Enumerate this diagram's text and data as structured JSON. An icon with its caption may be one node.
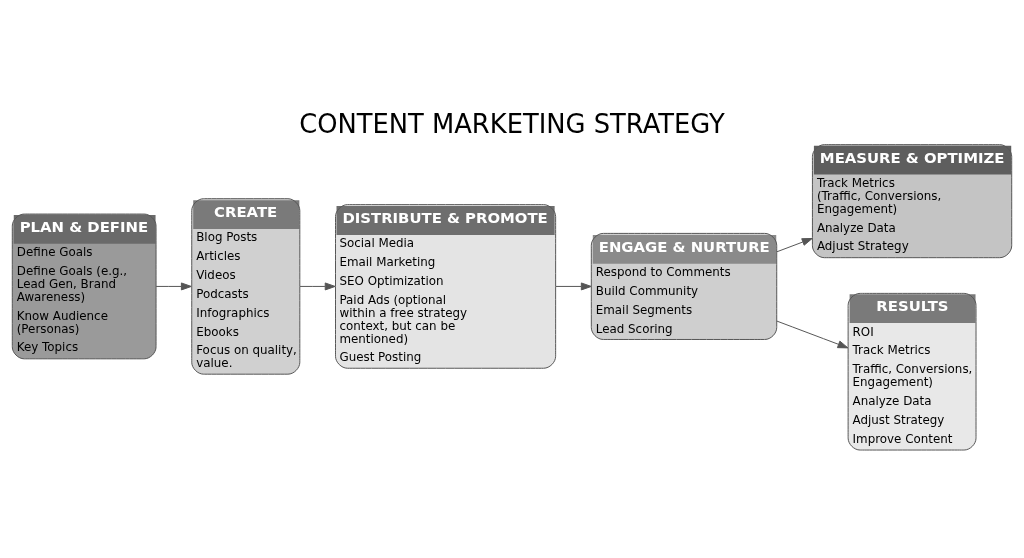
{
  "diagram": {
    "title": "CONTENT MARKETING STRATEGY",
    "nodes": [
      {
        "text": [
          "PLAN & DEFINE",
          "Define Goals",
          "Define Goals (e.g., Lead Gen, Brand Awareness)",
          "Know Audience (Personas)",
          "Key Topics"
        ]
      },
      {
        "text": [
          "CREATE",
          "Blog Posts",
          "Articles",
          "Videos",
          "Podcasts",
          "Infographics",
          "Ebooks",
          "Focus on quality, value."
        ]
      },
      {
        "text": [
          "DISTRIBUTE & PROMOTE",
          "Social Media",
          "Email Marketing",
          "SEO Optimization",
          "Paid Ads (optional within a free strategy context, but can be mentioned)",
          "Guest Posting"
        ]
      },
      {
        "text": [
          "ENGAGE & NURTURE",
          "Respond to Comments",
          "Build Community",
          "Email Segments",
          "Lead Scoring"
        ]
      },
      {
        "text": [
          "MEASURE & OPTIMIZE",
          "Track Metrics (Traffic, Conversions, Engagement)",
          "Analyze Data",
          "Adjust Strategy"
        ]
      },
      {
        "text": [
          "RESULTS",
          "ROI",
          "Track Metrics",
          "Traffic, Conversions, Engagement)",
          "Analyze Data",
          "Adjust Strategy",
          "Improve Content"
        ]
      }
    ],
    "edges": [
      {
        "from": 0,
        "to": 1,
        "arrow": "to"
      },
      {
        "from": 1,
        "to": 2,
        "arrow": "to"
      },
      {
        "from": 2,
        "to": 3,
        "arrow": "to"
      },
      {
        "from": 3,
        "to": 5,
        "arrow": "to"
      },
      {
        "from": 3,
        "to": 4,
        "arrow": "to"
      }
    ]
  }
}
